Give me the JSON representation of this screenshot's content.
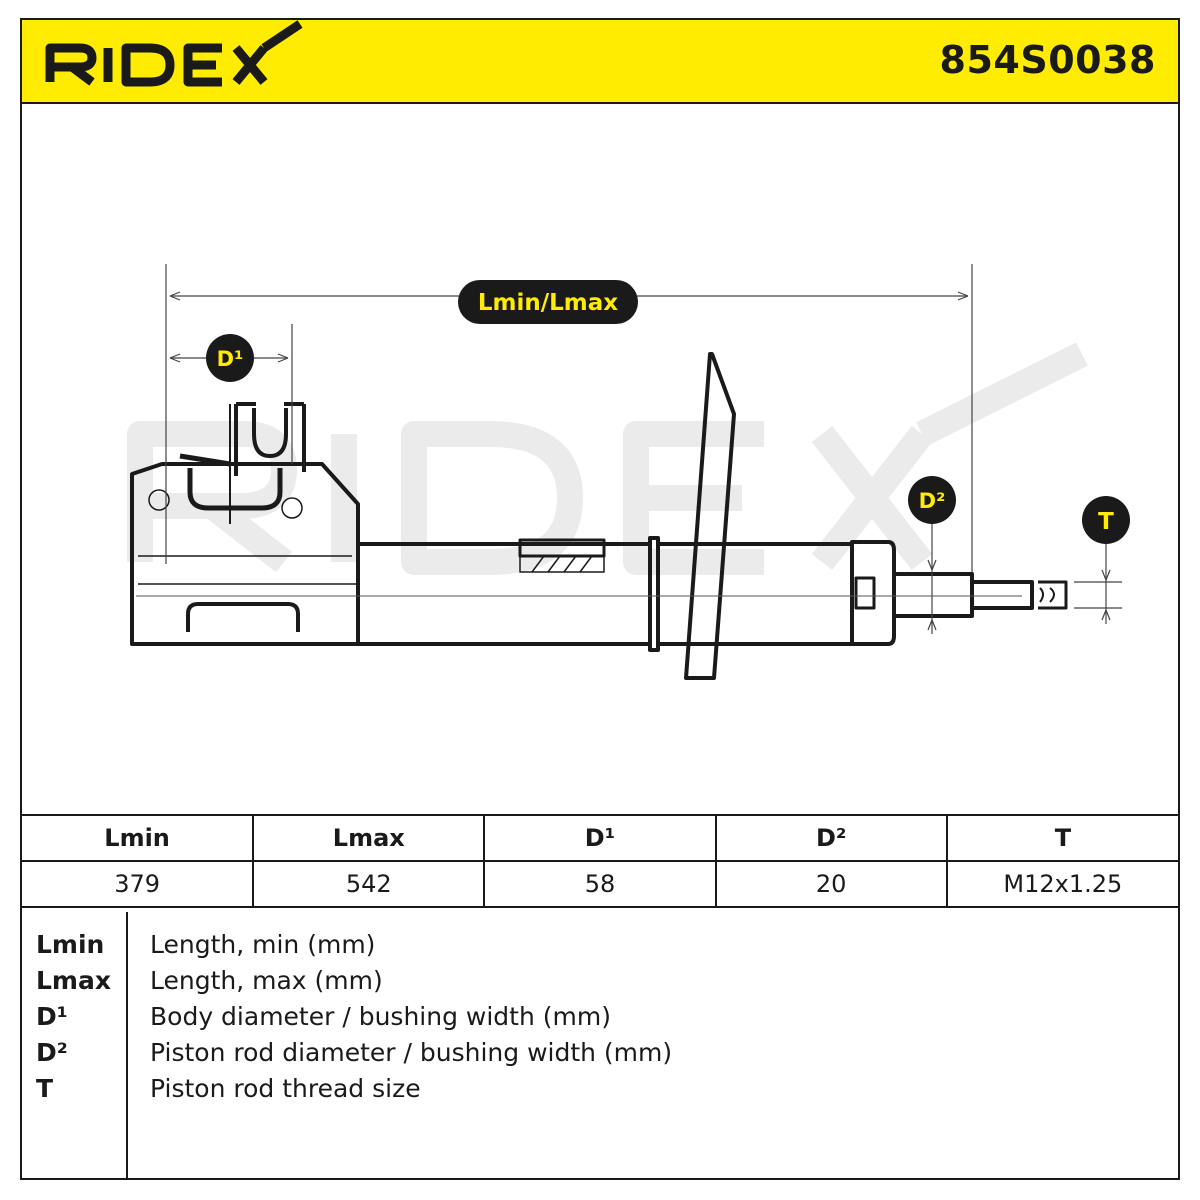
{
  "header": {
    "brand": "RIDEX",
    "part_number": "854S0038"
  },
  "drawing": {
    "labels": {
      "length": "Lmin/Lmax",
      "d1": "D¹",
      "d2": "D²",
      "thread": "T"
    },
    "colors": {
      "accent": "#ffec00",
      "ink": "#1a1a1a",
      "watermark": "#ebebeb"
    }
  },
  "specs": {
    "headers": [
      "Lmin",
      "Lmax",
      "D¹",
      "D²",
      "T"
    ],
    "values": [
      "379",
      "542",
      "58",
      "20",
      "M12x1.25"
    ]
  },
  "legend": [
    {
      "key": "Lmin",
      "text": "Length, min (mm)"
    },
    {
      "key": "Lmax",
      "text": "Length, max (mm)"
    },
    {
      "key": "D¹",
      "text": "Body diameter / bushing width (mm)"
    },
    {
      "key": "D²",
      "text": "Piston rod diameter / bushing width (mm)"
    },
    {
      "key": "T",
      "text": "Piston rod thread size"
    }
  ]
}
